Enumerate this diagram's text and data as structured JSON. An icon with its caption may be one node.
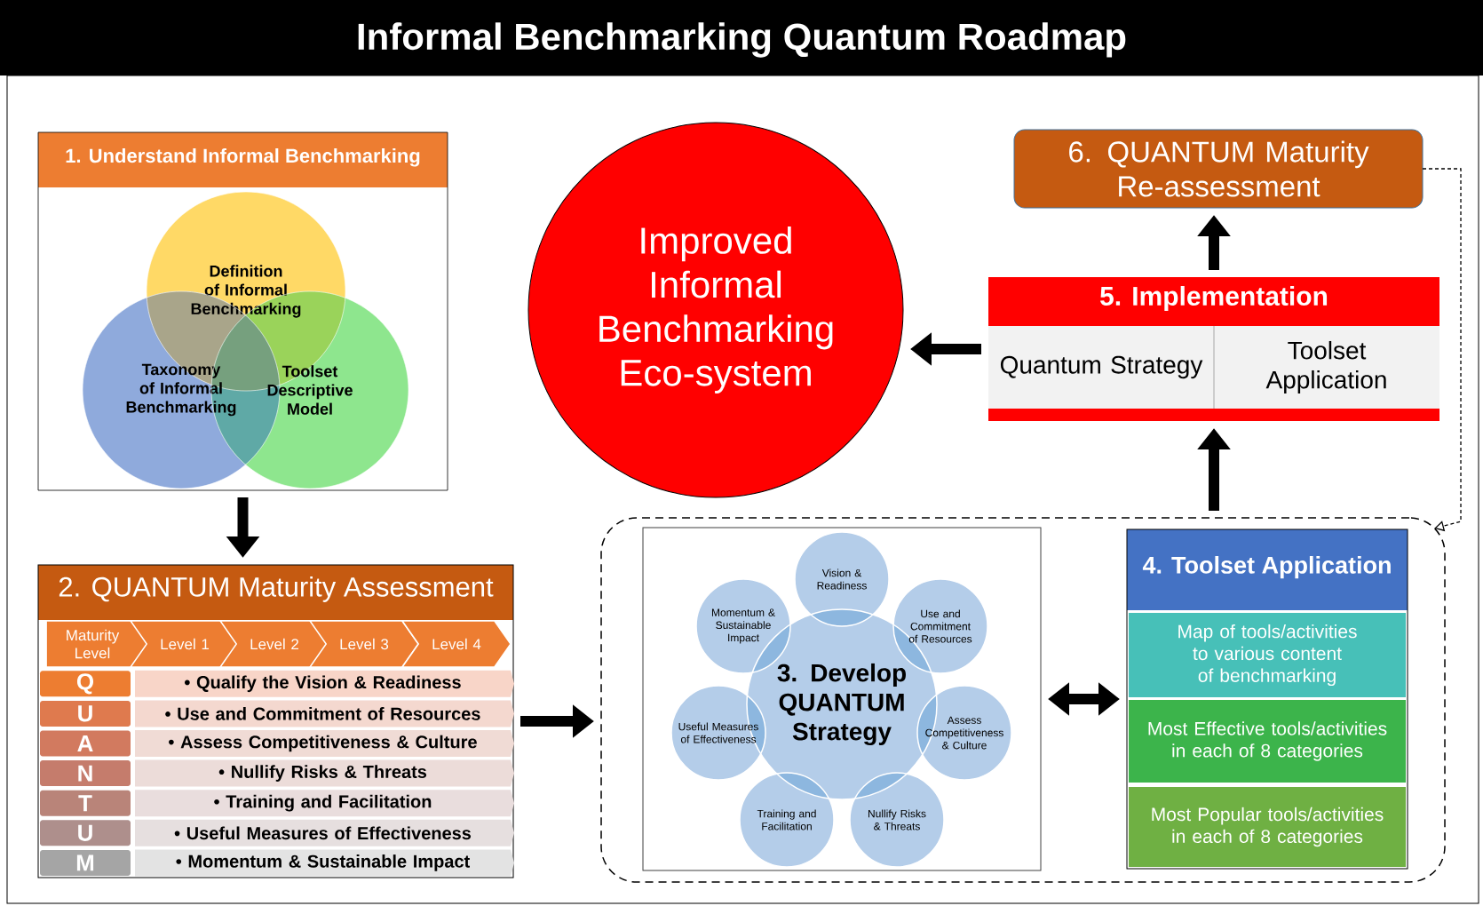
{
  "diagram": {
    "title": "Informal Benchmarking Quantum Roadmap",
    "nodes": [
      {
        "text": [
          "1. Understand Informal Benchmarking"
        ]
      },
      {
        "text": [
          "Definition of Informal Benchmarking"
        ],
        "in": 0
      },
      {
        "text": [
          "Taxonomy of Informal Benchmarking"
        ],
        "in": 0
      },
      {
        "text": [
          "Toolset Descriptive Model"
        ],
        "in": 0
      },
      {
        "text": [
          "Improved Informal Benchmarking Eco-system"
        ]
      },
      {
        "text": [
          "6. QUANTUM Maturity Re-assessment"
        ]
      },
      {
        "text": [
          "5. Implementation"
        ]
      },
      {
        "text": [
          "Quantum Strategy"
        ],
        "in": 6
      },
      {
        "text": [
          "Toolset Application"
        ],
        "in": 6
      },
      {
        "text": [
          "2. QUANTUM Maturity Assessment"
        ]
      },
      {
        "text": [
          "Maturity Level"
        ],
        "in": 9
      },
      {
        "text": [
          "Level 1"
        ],
        "in": 9
      },
      {
        "text": [
          "Level 2"
        ],
        "in": 9
      },
      {
        "text": [
          "Level 3"
        ],
        "in": 9
      },
      {
        "text": [
          "Level 4"
        ],
        "in": 9
      },
      {
        "text": [
          "Q"
        ],
        "in": 9
      },
      {
        "text": [
          "• Qualify the Vision & Readiness"
        ],
        "in": 9
      },
      {
        "text": [
          "U"
        ],
        "in": 9
      },
      {
        "text": [
          "• Use and Commitment of Resources"
        ],
        "in": 9
      },
      {
        "text": [
          "A"
        ],
        "in": 9
      },
      {
        "text": [
          "• Assess Competitiveness & Culture"
        ],
        "in": 9
      },
      {
        "text": [
          "N"
        ],
        "in": 9
      },
      {
        "text": [
          "• Nullify Risks & Threats"
        ],
        "in": 9
      },
      {
        "text": [
          "T"
        ],
        "in": 9
      },
      {
        "text": [
          "• Training and Facilitation"
        ],
        "in": 9
      },
      {
        "text": [
          "U"
        ],
        "in": 9
      },
      {
        "text": [
          "• Useful Measures of Effectiveness"
        ],
        "in": 9
      },
      {
        "text": [
          "M"
        ],
        "in": 9
      },
      {
        "text": [
          "• Momentum & Sustainable Impact"
        ],
        "in": 9
      },
      {
        "text": [],
        "shape": "box"
      },
      {
        "text": [],
        "shape": "box",
        "in": 29
      },
      {
        "text": [
          "3. Develop QUANTUM Strategy"
        ],
        "in": 30
      },
      {
        "text": [
          "Vision & Readiness"
        ],
        "in": 30
      },
      {
        "text": [
          "Use and Commitment of Resources"
        ],
        "in": 30
      },
      {
        "text": [
          "Assess Competitiveness & Culture"
        ],
        "in": 30
      },
      {
        "text": [
          "Nullify Risks & Threats"
        ],
        "in": 30
      },
      {
        "text": [
          "Training and Facilitation"
        ],
        "in": 30
      },
      {
        "text": [
          "Useful Measures of Effectiveness"
        ],
        "in": 30
      },
      {
        "text": [
          "Momentum & Sustainable Impact"
        ],
        "in": 30
      },
      {
        "text": [
          "4. Toolset Application"
        ],
        "in": 29
      },
      {
        "text": [
          "Map of tools/activities to various content of benchmarking"
        ],
        "in": 39
      },
      {
        "text": [
          "Most Effective tools/activities in each of 8 categories"
        ],
        "in": 39
      },
      {
        "text": [
          "Most Popular tools/activities in each of 8 categories"
        ],
        "in": 39
      }
    ],
    "edges": [
      {
        "from": 0,
        "to": 9,
        "arrow": "to"
      },
      {
        "from": 9,
        "to": 29,
        "arrow": "to"
      },
      {
        "from": 30,
        "to": 39,
        "arrow": "both"
      },
      {
        "from": 29,
        "to": 6,
        "arrow": "to"
      },
      {
        "from": 6,
        "to": 5,
        "arrow": "to"
      },
      {
        "from": 6,
        "to": 4,
        "arrow": "to"
      },
      {
        "from": 5,
        "to": 29,
        "arrow": "to",
        "style": "dashed"
      }
    ]
  }
}
